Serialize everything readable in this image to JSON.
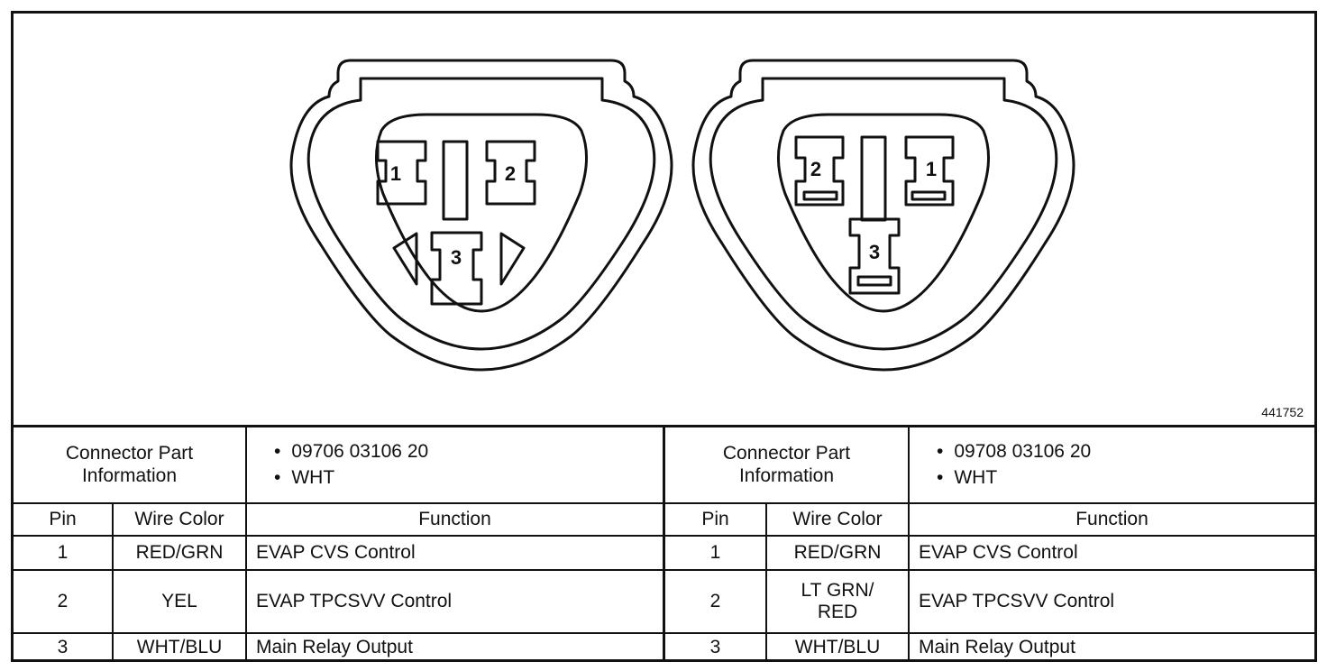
{
  "figure": {
    "id": "441752",
    "left_connector": {
      "pins": [
        "1",
        "2",
        "3"
      ]
    },
    "right_connector": {
      "pins": [
        "2",
        "1",
        "3"
      ]
    }
  },
  "tables": {
    "left": {
      "info_label_line1": "Connector Part",
      "info_label_line2": "Information",
      "info_values": [
        "09706 03106 20",
        "WHT"
      ],
      "headers": {
        "pin": "Pin",
        "wire_color": "Wire Color",
        "function": "Function"
      },
      "rows": [
        {
          "pin": "1",
          "wire_color": "RED/GRN",
          "function": "EVAP CVS Control"
        },
        {
          "pin": "2",
          "wire_color": "YEL",
          "function": "EVAP TPCSVV Control"
        },
        {
          "pin": "3",
          "wire_color": "WHT/BLU",
          "function": "Main Relay Output"
        }
      ]
    },
    "right": {
      "info_label_line1": "Connector Part",
      "info_label_line2": "Information",
      "info_values": [
        "09708 03106 20",
        "WHT"
      ],
      "headers": {
        "pin": "Pin",
        "wire_color": "Wire Color",
        "function": "Function"
      },
      "rows": [
        {
          "pin": "1",
          "wire_color": "RED/GRN",
          "function": "EVAP CVS Control"
        },
        {
          "pin": "2",
          "wire_color_line1": "LT GRN/",
          "wire_color_line2": "RED",
          "function": "EVAP TPCSVV Control"
        },
        {
          "pin": "3",
          "wire_color": "WHT/BLU",
          "function": "Main Relay Output"
        }
      ]
    }
  }
}
